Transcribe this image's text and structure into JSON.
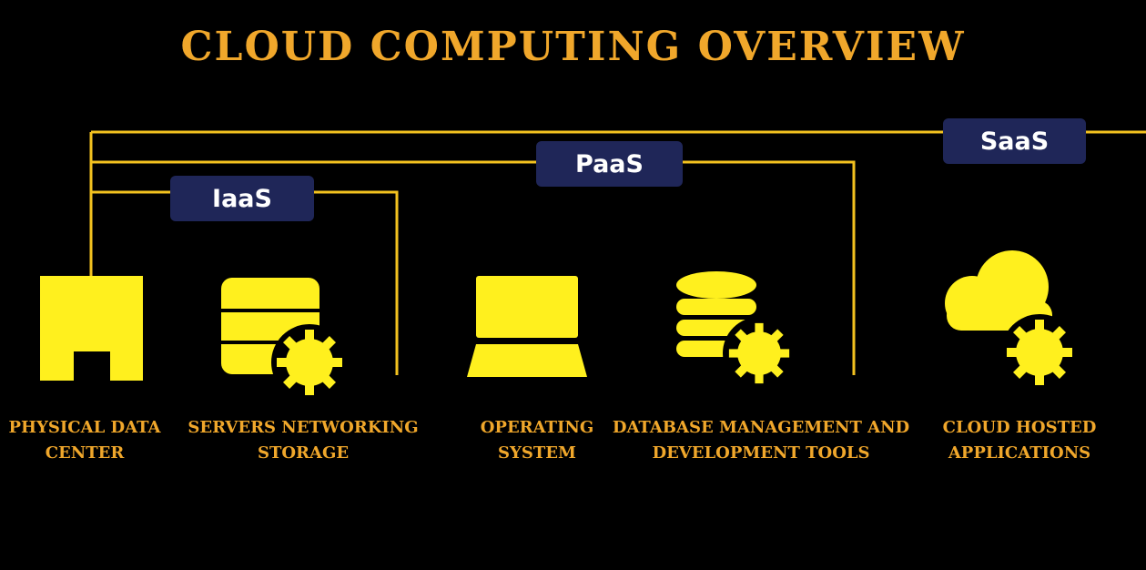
{
  "title": "CLOUD COMPUTING OVERVIEW",
  "colors": {
    "background": "#000000",
    "title": "#f0a72b",
    "connector": "#f3c21f",
    "icon": "#fff01e",
    "badge": "#1f2658",
    "badge_text": "#ffffff"
  },
  "tiers": [
    {
      "label": "IaaS"
    },
    {
      "label": "PaaS"
    },
    {
      "label": "SaaS"
    }
  ],
  "components": [
    {
      "label_line1": "PHYSICAL DATA",
      "label_line2": "CENTER",
      "icon": "building-icon"
    },
    {
      "label_line1": "SERVERS NETWORKING",
      "label_line2": "STORAGE",
      "icon": "server-gear-icon"
    },
    {
      "label_line1": "OPERATING",
      "label_line2": "SYSTEM",
      "icon": "laptop-icon"
    },
    {
      "label_line1": "DATABASE MANAGEMENT AND",
      "label_line2": "DEVELOPMENT TOOLS",
      "icon": "database-gear-icon"
    },
    {
      "label_line1": "CLOUD HOSTED",
      "label_line2": "APPLICATIONS",
      "icon": "cloud-gear-icon"
    }
  ]
}
